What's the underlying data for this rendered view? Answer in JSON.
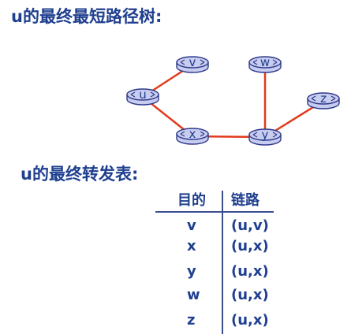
{
  "title": "u的最终最短路径树:",
  "diagram": {
    "colors": {
      "link": "#e23a1c",
      "router_fill": "#c8cdf0",
      "router_stroke": "#2e3a8a",
      "text": "#1f3f8f"
    },
    "nodes": [
      {
        "id": "v",
        "label": "v"
      },
      {
        "id": "w",
        "label": "w"
      },
      {
        "id": "u",
        "label": "u"
      },
      {
        "id": "z",
        "label": "z"
      },
      {
        "id": "x",
        "label": "x"
      },
      {
        "id": "y",
        "label": "y"
      }
    ],
    "links": [
      {
        "from": "u",
        "to": "v"
      },
      {
        "from": "u",
        "to": "x"
      },
      {
        "from": "x",
        "to": "y"
      },
      {
        "from": "y",
        "to": "w"
      },
      {
        "from": "y",
        "to": "z"
      }
    ]
  },
  "table": {
    "heading": "u的最终转发表:",
    "columns": {
      "dest": "目的",
      "link": "链路"
    },
    "rows": [
      {
        "dest": "v",
        "link": "(u,v)"
      },
      {
        "dest": "x",
        "link": "(u,x)"
      },
      {
        "dest": "y",
        "link": "(u,x)"
      },
      {
        "dest": "w",
        "link": "(u,x)"
      },
      {
        "dest": "z",
        "link": "(u,x)"
      }
    ]
  }
}
